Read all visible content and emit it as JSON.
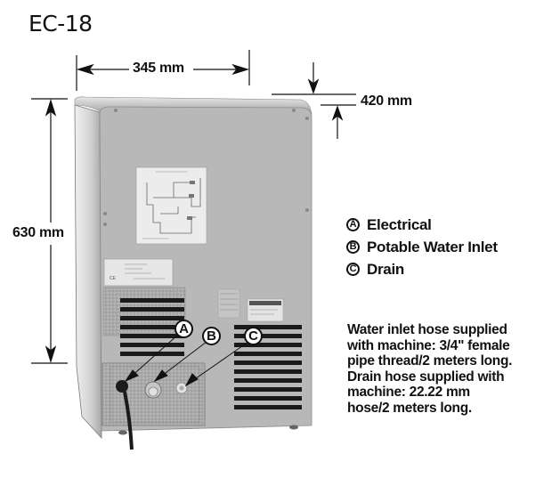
{
  "title": "EC-18",
  "dimensions": {
    "width": "345 mm",
    "depth": "420 mm",
    "height": "630 mm"
  },
  "legend": [
    {
      "letter": "A",
      "label": "Electrical"
    },
    {
      "letter": "B",
      "label": "Potable Water Inlet"
    },
    {
      "letter": "C",
      "label": "Drain"
    }
  ],
  "callouts": [
    "A",
    "B",
    "C"
  ],
  "note": {
    "lines": [
      "Water inlet hose supplied",
      "with machine: 3/4\" female",
      "pipe thread/2 meters long.",
      "Drain hose supplied with",
      "machine: 22.22 mm",
      "hose/2 meters long."
    ]
  },
  "colors": {
    "panel": "#b9b9b9",
    "side": "#d8d8d8",
    "vent": "#1a1a1a",
    "ink": "#111111"
  }
}
